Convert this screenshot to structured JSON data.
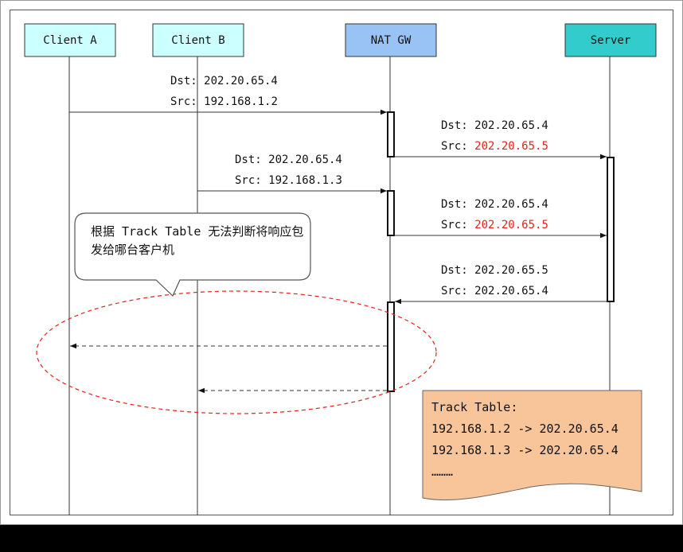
{
  "nodes": {
    "client_a": "Client A",
    "client_b": "Client B",
    "nat_gw": "NAT GW",
    "server": "Server"
  },
  "colors": {
    "client_fill": "#ccffff",
    "nat_fill": "#99c3f5",
    "server_fill": "#33cccc",
    "track_fill": "#f8c59b",
    "callout_dash": "#e8201a",
    "highlight": "#e8201a"
  },
  "messages": {
    "m1": {
      "dst": "Dst: 202.20.65.4",
      "src_prefix": "Src: ",
      "src_value": "192.168.1.2"
    },
    "m2": {
      "dst": "Dst: 202.20.65.4",
      "src_prefix": "Src: ",
      "src_value": "202.20.65.5"
    },
    "m3": {
      "dst": "Dst: 202.20.65.4",
      "src_prefix": "Src: ",
      "src_value": "192.168.1.3"
    },
    "m4": {
      "dst": "Dst: 202.20.65.4",
      "src_prefix": "Src: ",
      "src_value": "202.20.65.5"
    },
    "m5": {
      "dst": "Dst: 202.20.65.5",
      "src_prefix": "Src: ",
      "src_value": "202.20.65.4"
    }
  },
  "callout": {
    "text": "根据 Track Table 无法判断将响应包发给哪台客户机"
  },
  "track_table": {
    "title": "Track Table:",
    "rows": [
      "192.168.1.2 -> 202.20.65.4",
      "192.168.1.3 -> 202.20.65.4"
    ],
    "ellipsis": "………"
  }
}
